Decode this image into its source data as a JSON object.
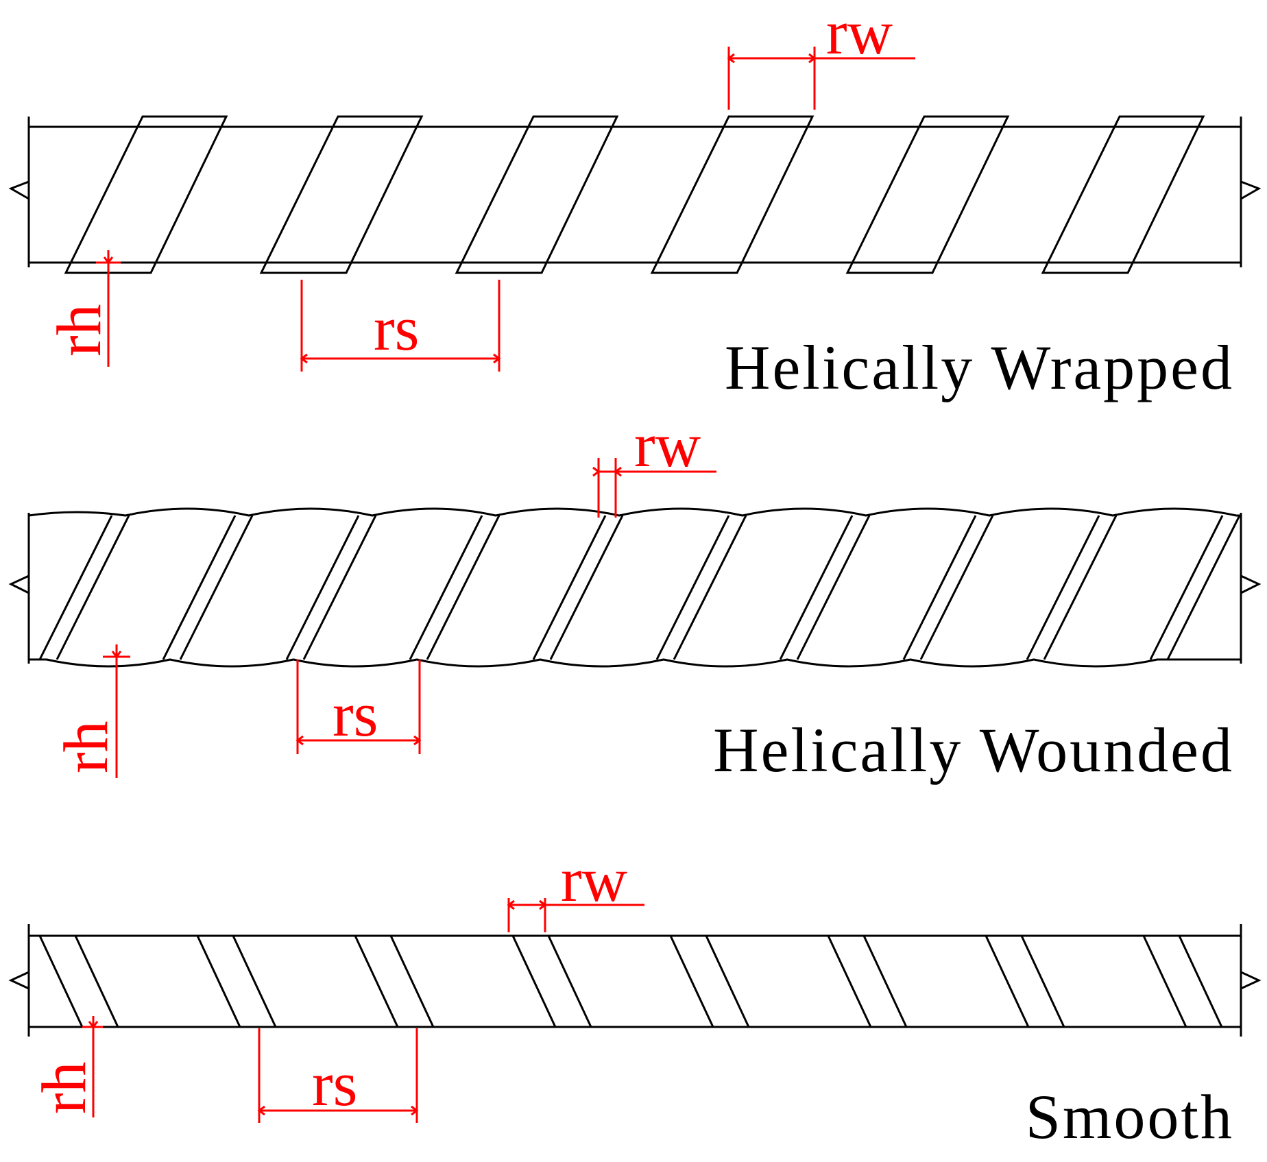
{
  "colors": {
    "outline": "#000000",
    "dimension": "#ff0000",
    "background": "#ffffff"
  },
  "labels": {
    "rib_width": "rw",
    "rib_height": "rh",
    "rib_spacing": "rs"
  },
  "diagrams": [
    {
      "id": "wrapped",
      "caption": "Helically Wrapped"
    },
    {
      "id": "wounded",
      "caption": "Helically Wounded"
    },
    {
      "id": "smooth",
      "caption": "Smooth"
    }
  ]
}
